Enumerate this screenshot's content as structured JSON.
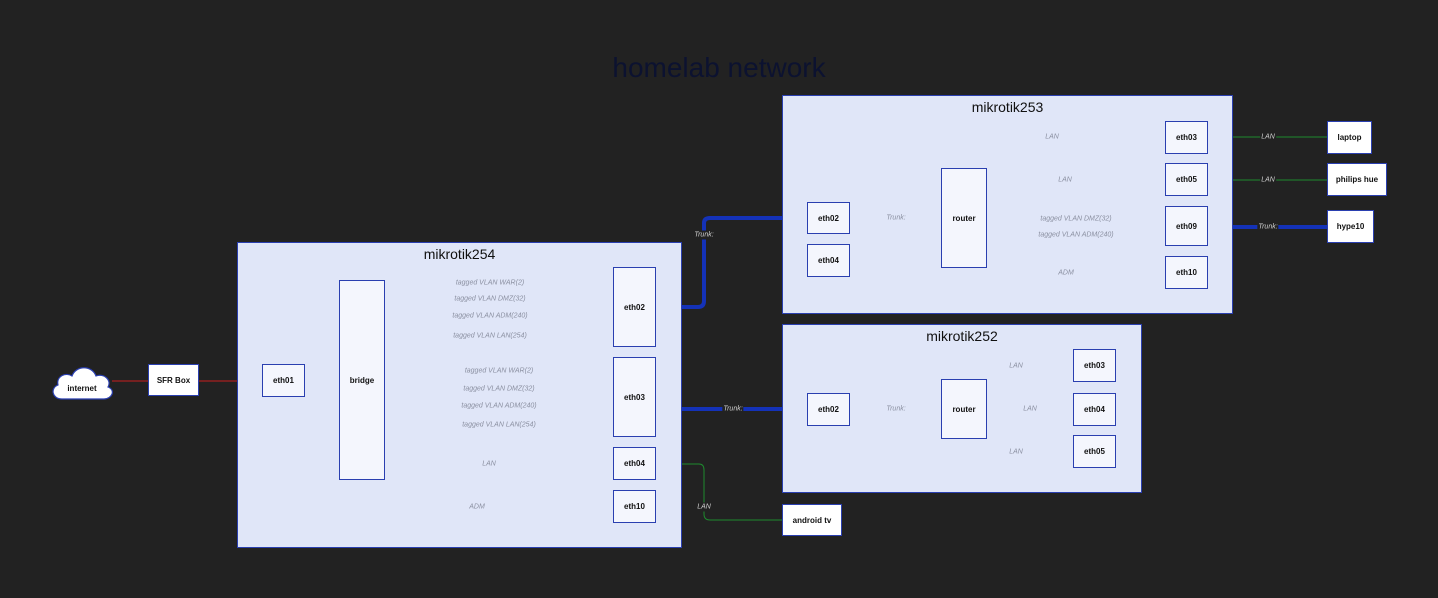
{
  "title": "homelab network",
  "containers": {
    "mikrotik254": "mikrotik254",
    "mikrotik253": "mikrotik253",
    "mikrotik252": "mikrotik252"
  },
  "nodes": {
    "internet": "internet",
    "sfr_box": "SFR Box",
    "m254_eth01": "eth01",
    "m254_bridge": "bridge",
    "m254_eth02": "eth02",
    "m254_eth03": "eth03",
    "m254_eth04": "eth04",
    "m254_eth10": "eth10",
    "m253_eth02": "eth02",
    "m253_eth04": "eth04",
    "m253_router": "router",
    "m253_eth03": "eth03",
    "m253_eth05": "eth05",
    "m253_eth09": "eth09",
    "m253_eth10": "eth10",
    "m252_eth02": "eth02",
    "m252_router": "router",
    "m252_eth03": "eth03",
    "m252_eth04": "eth04",
    "m252_eth05": "eth05",
    "laptop": "laptop",
    "philips_hue": "philips hue",
    "hype10": "hype10",
    "android_tv": "android tv"
  },
  "edge_labels": {
    "br_eth02_war": "tagged VLAN WAR(2)",
    "br_eth02_dmz": "tagged VLAN DMZ(32)",
    "br_eth02_adm": "tagged VLAN ADM(240)",
    "br_eth02_lan": "tagged VLAN LAN(254)",
    "br_eth03_war": "tagged VLAN WAR(2)",
    "br_eth03_dmz": "tagged VLAN DMZ(32)",
    "br_eth03_adm": "tagged VLAN ADM(240)",
    "br_eth03_lan": "tagged VLAN LAN(254)",
    "br_eth04": "LAN",
    "br_eth10": "ADM",
    "trunk_254_253": "Trunk:",
    "trunk_254_252": "Trunk:",
    "androidtv": "LAN",
    "m253_eth02_router": "Trunk:",
    "m253_router_eth03": "LAN",
    "m253_router_eth05": "LAN",
    "m253_router_eth09_dmz": "tagged VLAN DMZ(32)",
    "m253_router_eth09_adm": "tagged VLAN ADM(240)",
    "m253_router_eth10": "ADM",
    "laptop": "LAN",
    "philips_hue": "LAN",
    "hype10": "Trunk:",
    "m252_eth02_router": "Trunk:",
    "m252_router_eth03": "LAN",
    "m252_router_eth04": "LAN",
    "m252_router_eth05": "LAN"
  },
  "colors": {
    "war": "#e02b2b",
    "dmz": "#f0a030",
    "adm": "#8a2590",
    "lan": "#1e8a2e",
    "trunk": "#1432b8",
    "internet_link": "#c81e1e"
  }
}
